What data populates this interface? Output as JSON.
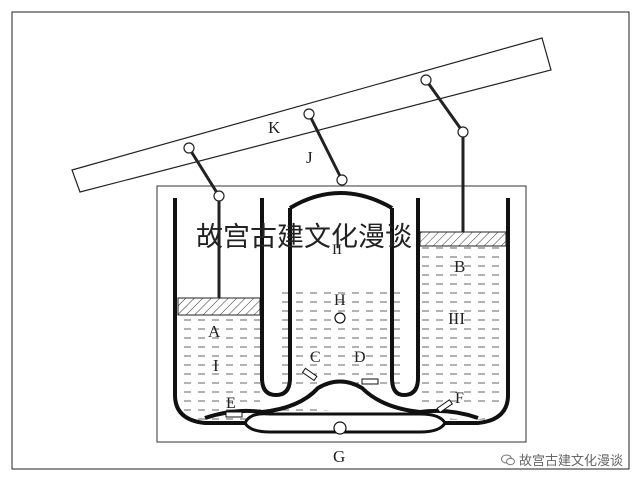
{
  "labels": {
    "K": "K",
    "J": "J",
    "A": "A",
    "B": "B",
    "C": "C",
    "D": "D",
    "E": "E",
    "F": "F",
    "G": "G",
    "H": "H",
    "I": "I",
    "II": "II",
    "III": "III"
  },
  "watermark": {
    "title": "故宫古建文化漫谈",
    "footer": "故宫古建文化漫谈",
    "icon": "wechat-icon"
  },
  "colors": {
    "stroke": "#1a1a1a",
    "liquid_dash": "#555555",
    "text": "#222222",
    "watermark": "#666666"
  }
}
